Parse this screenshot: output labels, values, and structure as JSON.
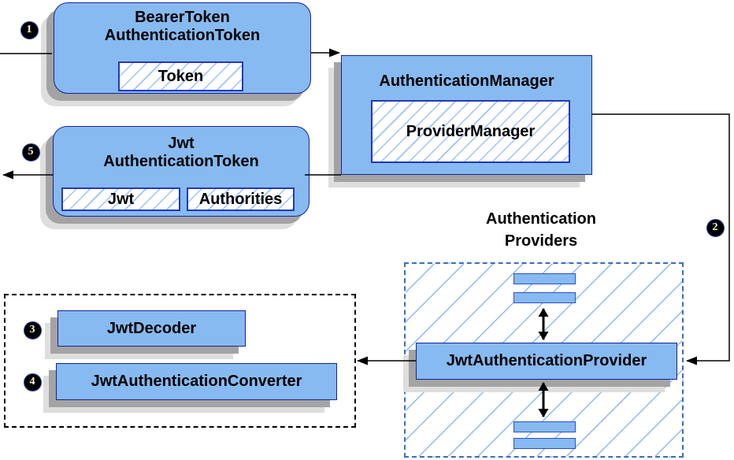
{
  "nodes": {
    "bearer_token": {
      "title_line1": "BearerToken",
      "title_line2": "AuthenticationToken",
      "field": "Token"
    },
    "authentication_manager": {
      "title": "AuthenticationManager",
      "implementation": "ProviderManager"
    },
    "jwt_authentication_token": {
      "title_line1": "Jwt",
      "title_line2": "AuthenticationToken",
      "field1": "Jwt",
      "field2": "Authorities"
    },
    "authentication_providers": {
      "label_line1": "Authentication",
      "label_line2": "Providers"
    },
    "jwt_authentication_provider": {
      "title": "JwtAuthenticationProvider"
    },
    "jwt_decoder": {
      "title": "JwtDecoder"
    },
    "jwt_authentication_converter": {
      "title": "JwtAuthenticationConverter"
    }
  },
  "step_badges": [
    {
      "number": "1"
    },
    {
      "number": "2"
    },
    {
      "number": "3"
    },
    {
      "number": "4"
    },
    {
      "number": "5"
    }
  ],
  "colors": {
    "node_fill": "#87baf0",
    "node_border": "#16219c",
    "field_border": "#2438b8",
    "bar_border": "#2b50c8",
    "hatch_line": "#9fc3f2",
    "container_hatch_line": "#8fb8ec",
    "dashed_border": "#3a6cc0",
    "shadow_dark": "#a3a3a3",
    "shadow_light": "#dedede",
    "badge_bg": "#000000",
    "badge_text": "#fff8e7",
    "connector": "#000000"
  }
}
